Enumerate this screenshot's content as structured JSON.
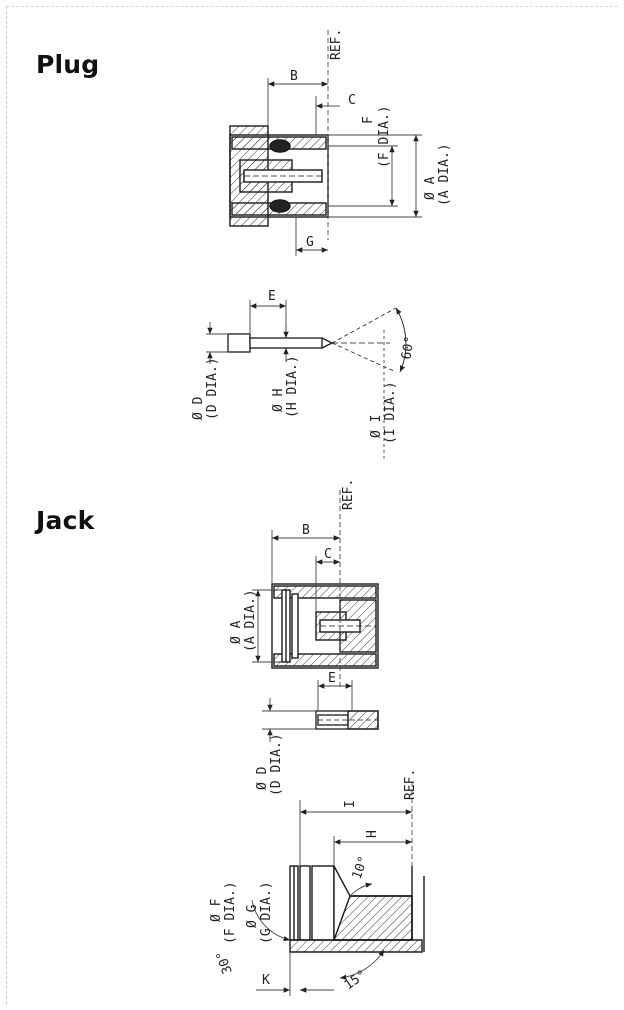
{
  "sections": {
    "plug": "Plug",
    "jack": "Jack"
  },
  "plug_labels": {
    "ref": "REF.",
    "b": "B",
    "c": "C",
    "f": "F",
    "f_dia": "(F DIA.)",
    "a": "Ø A",
    "a_dia": "(A DIA.)",
    "g": "G",
    "e": "E",
    "d": "Ø D",
    "d_dia": "(D DIA.)",
    "h": "Ø H",
    "h_dia": "(H DIA.)",
    "i": "Ø I",
    "i_dia": "(I DIA.)",
    "angle_60": "60°"
  },
  "jack_labels": {
    "ref": "REF.",
    "b": "B",
    "c": "C",
    "a": "Ø A",
    "a_dia": "(A DIA.)",
    "e": "E",
    "d": "Ø D",
    "d_dia": "(D DIA.)",
    "ref2": "REF.",
    "i": "I",
    "h": "H",
    "f": "Ø F",
    "f_dia": "(F DIA.)",
    "g": "Ø G",
    "g_dia": "(G DIA.)",
    "angle_10": "10°",
    "angle_30": "30°",
    "angle_15": "15°",
    "k": "K"
  },
  "colors": {
    "line": "#1a1a1a",
    "hatch": "#3a3a3a",
    "dim": "#444444"
  }
}
